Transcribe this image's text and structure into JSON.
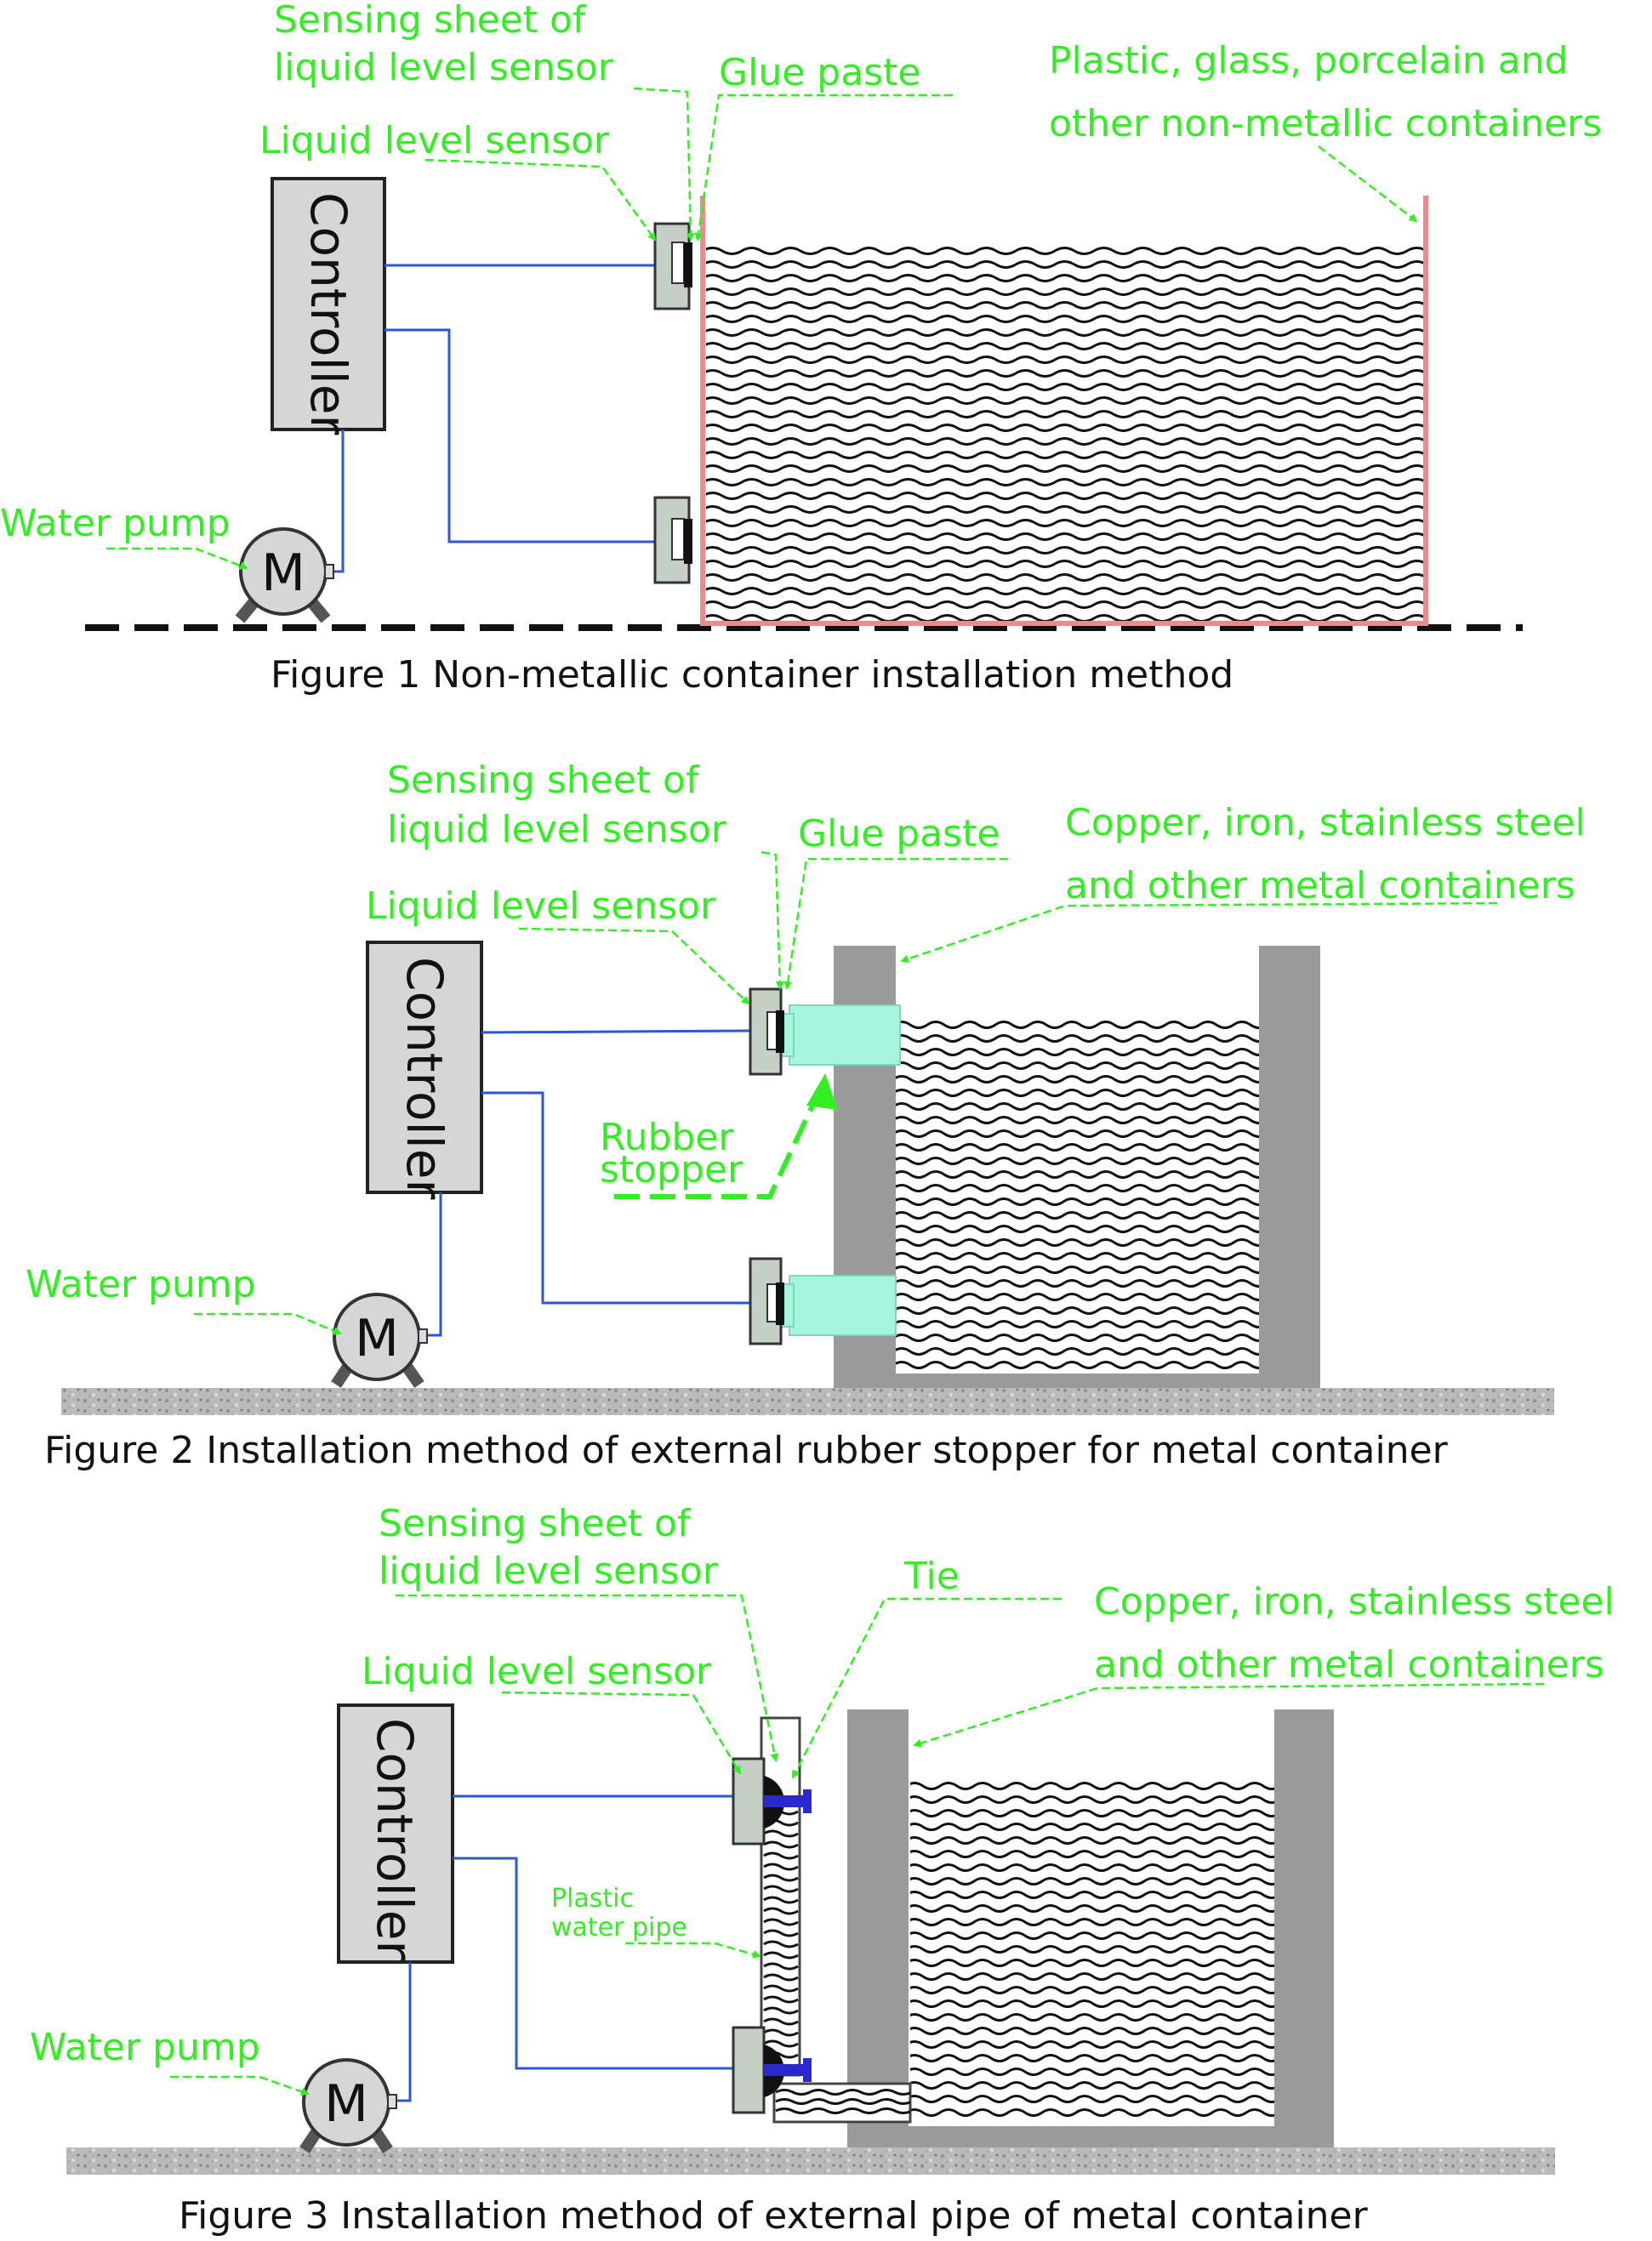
{
  "colors": {
    "label": "#33ee22",
    "wire": "#2b57d6",
    "container_nonmetal": "#f08a8a",
    "container_metal": "#9a9a9a",
    "rubber_stopper": "#a6f5df",
    "tie": "#2a2acc",
    "controller": "#d6d6d6"
  },
  "figure1": {
    "caption": "Figure 1    Non-metallic container installation method",
    "controller": "Controller",
    "pump_letter": "M",
    "labels": {
      "sensing_sheet_1": "Sensing sheet of",
      "sensing_sheet_2": "liquid level sensor",
      "glue": "Glue paste",
      "sensor": "Liquid level sensor",
      "container_1": "Plastic, glass, porcelain and",
      "container_2": "other non-metallic containers",
      "pump": "Water pump"
    }
  },
  "figure2": {
    "caption": "Figure 2     Installation method of external rubber stopper for metal container",
    "controller": "Controller",
    "pump_letter": "M",
    "labels": {
      "sensing_sheet_1": "Sensing sheet of",
      "sensing_sheet_2": "liquid level sensor",
      "glue": "Glue paste",
      "sensor": "Liquid level sensor",
      "container_1": "Copper, iron, stainless steel",
      "container_2": "and other metal containers",
      "rubber_1": "Rubber",
      "rubber_2": "stopper",
      "pump": "Water pump"
    }
  },
  "figure3": {
    "caption": "Figure 3     Installation method of external pipe of metal container",
    "controller": "Controller",
    "pump_letter": "M",
    "labels": {
      "sensing_sheet_1": "Sensing sheet of",
      "sensing_sheet_2": "liquid level sensor",
      "tie": "Tie",
      "sensor": "Liquid level sensor",
      "container_1": "Copper, iron, stainless steel",
      "container_2": "and other metal containers",
      "pipe_1": "Plastic",
      "pipe_2": "water pipe",
      "pump": "Water pump"
    }
  }
}
